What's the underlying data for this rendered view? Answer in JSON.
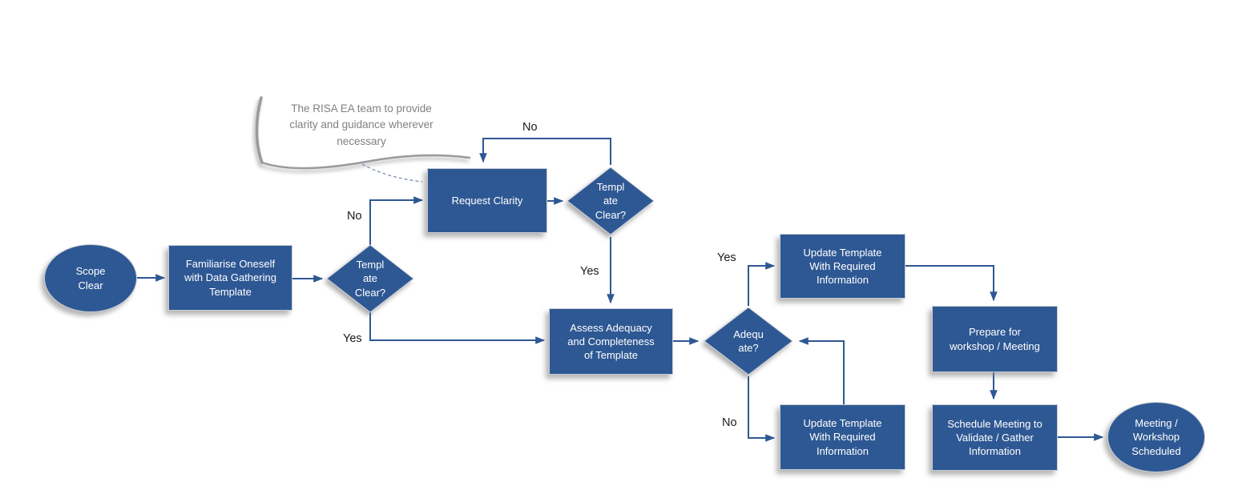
{
  "flowchart": {
    "note": {
      "text": "The RISA EA team to provide\nclarity and guidance wherever\nnecessary"
    },
    "nodes": {
      "scope_clear": {
        "shape": "ellipse",
        "label": "Scope\nClear"
      },
      "familiarise": {
        "shape": "rect",
        "label": "Familiarise Oneself\nwith Data Gathering\nTemplate"
      },
      "template_clear_1": {
        "shape": "diamond",
        "label": "Templ\nate\nClear?"
      },
      "request_clarity": {
        "shape": "rect",
        "label": "Request Clarity"
      },
      "template_clear_2": {
        "shape": "diamond",
        "label": "Templ\nate\nClear?"
      },
      "assess_adequacy": {
        "shape": "rect",
        "label": "Assess Adequacy\nand Completeness\nof Template"
      },
      "adequate": {
        "shape": "diamond",
        "label": "Adequ\nate?"
      },
      "update_template_top": {
        "shape": "rect",
        "label": "Update Template\nWith Required\nInformation"
      },
      "update_template_bottom": {
        "shape": "rect",
        "label": "Update Template\nWith Required\nInformation"
      },
      "prepare_workshop": {
        "shape": "rect",
        "label": "Prepare for\nworkshop / Meeting"
      },
      "schedule_meeting": {
        "shape": "rect",
        "label": "Schedule Meeting to\nValidate / Gather\nInformation"
      },
      "meeting_scheduled": {
        "shape": "ellipse",
        "label": "Meeting /\nWorkshop\nScheduled"
      }
    },
    "edge_labels": {
      "template1_no": "No",
      "template1_yes": "Yes",
      "template2_no": "No",
      "template2_yes": "Yes",
      "adequate_yes": "Yes",
      "adequate_no": "No"
    },
    "colors": {
      "node_fill": "#2E5893",
      "connector": "#2E5893",
      "node_text": "#FFFFFF",
      "note_text": "#808080",
      "edge_label_text": "#1A1A1A",
      "shadow": "#787878"
    }
  }
}
